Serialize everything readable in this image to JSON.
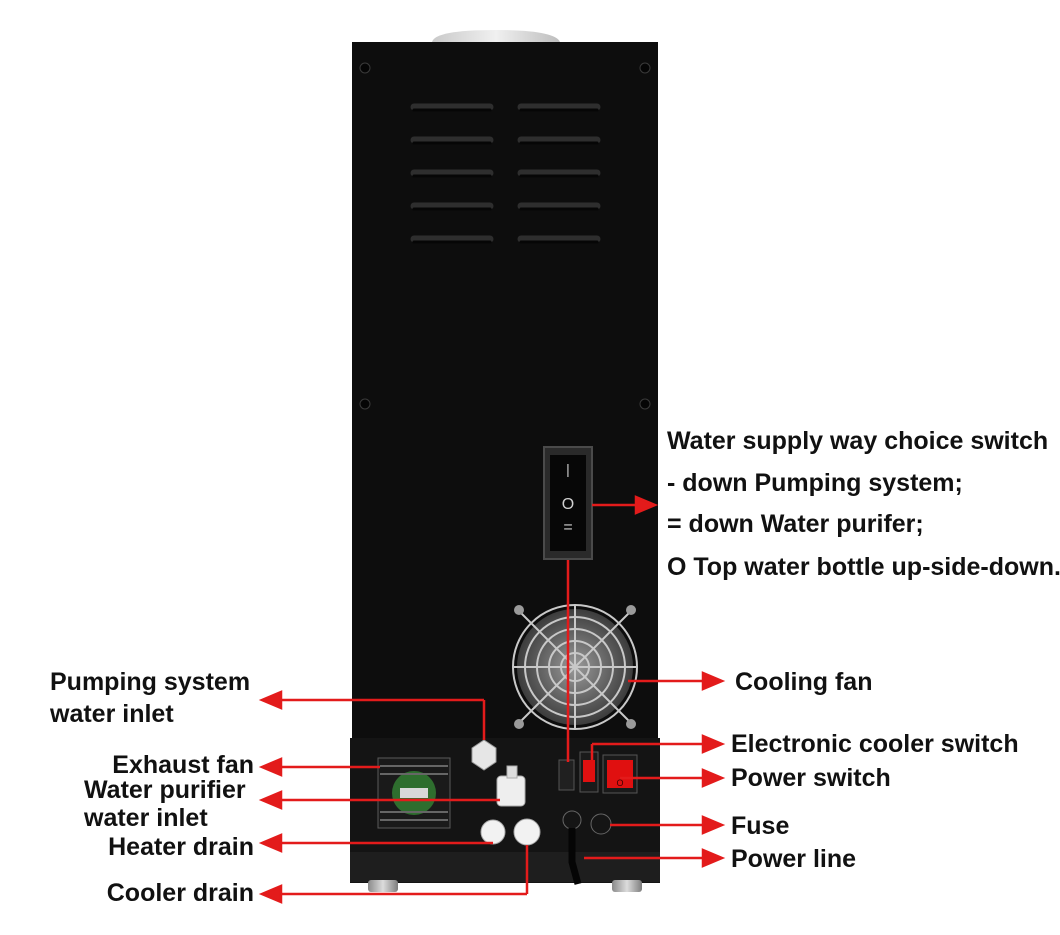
{
  "colors": {
    "arrow": "#e31b1b",
    "body": "#0d0d0d",
    "text": "#111111",
    "rocker_red": "#e01010"
  },
  "labels": {
    "water_supply_title": "Water supply way choice switch",
    "water_supply_line1": "- down Pumping system;",
    "water_supply_line2": "= down Water purifer;",
    "water_supply_line3": "O Top water bottle up-side-down.",
    "cooling_fan": "Cooling fan",
    "electronic_cooler_switch": "Electronic cooler switch",
    "power_switch": "Power switch",
    "fuse": "Fuse",
    "power_line": "Power line",
    "pumping_inlet_line1": "Pumping system",
    "pumping_inlet_line2": "water inlet",
    "exhaust_fan": "Exhaust fan",
    "purifier_inlet_line1": "Water purifier",
    "purifier_inlet_line2": "water inlet",
    "heater_drain": "Heater drain",
    "cooler_drain": "Cooler drain"
  },
  "switch_marks": {
    "top": "|",
    "middle": "O",
    "bottom": "="
  },
  "icons": [
    "vent-slot",
    "cooling-fan-grille",
    "rocker-switch",
    "screw"
  ]
}
